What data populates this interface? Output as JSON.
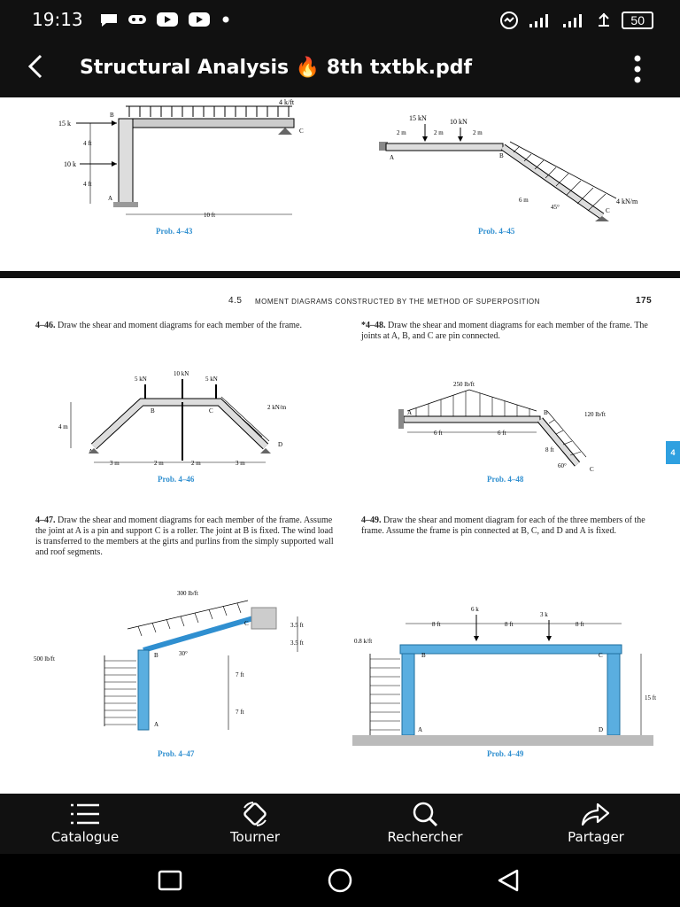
{
  "status": {
    "time": "19:13",
    "battery": "50"
  },
  "appbar": {
    "title": "Structural Analysis 🔥 8th txtbk.pdf"
  },
  "page1": {
    "fig43": {
      "load": "4 k/ft",
      "f1": "15 k",
      "f2": "10 k",
      "d1": "4 ft",
      "d2": "4 ft",
      "span": "10 ft",
      "ptB": "B",
      "ptC": "C",
      "ptA": "A",
      "caption": "Prob. 4–43"
    },
    "fig45": {
      "p1": "15 kN",
      "p2": "10 kN",
      "d1": "2 m",
      "d2": "2 m",
      "d3": "2 m",
      "len": "6 m",
      "ang": "45°",
      "w": "4 kN/m",
      "ptA": "A",
      "ptB": "B",
      "ptC": "C",
      "caption": "Prob. 4–45"
    }
  },
  "page2": {
    "header_section": "4.5",
    "header_title": "Moment Diagrams Constructed by the Method of Superposition",
    "page_number": "175",
    "tab": "4",
    "p46_num": "4–46.",
    "p46_text": "Draw the shear and moment diagrams for each member of the frame.",
    "p48_num": "*4–48.",
    "p48_text": "Draw the shear and moment diagrams for each member of the frame. The joints at A, B, and C are pin connected.",
    "p47_num": "4–47.",
    "p47_text": "Draw the shear and moment diagrams for each member of the frame. Assume the joint at A is a pin and support C is a roller. The joint at B is fixed. The wind load is transferred to the members at the girts and purlins from the simply supported wall and roof segments.",
    "p49_num": "4–49.",
    "p49_text": "Draw the shear and moment diagram for each of the three members of the frame. Assume the frame is pin connected at B, C, and D and A is fixed.",
    "fig46": {
      "p1": "5 kN",
      "p2": "10 kN",
      "p3": "5 kN",
      "w": "2 kN/m",
      "h": "4 m",
      "d1": "3 m",
      "d2": "2 m",
      "d3": "2 m",
      "d4": "3 m",
      "ptA": "A",
      "ptB": "B",
      "ptC": "C",
      "ptD": "D",
      "caption": "Prob. 4–46"
    },
    "fig48": {
      "w1": "250 lb/ft",
      "w2": "120 lb/ft",
      "d1": "6 ft",
      "d2": "6 ft",
      "len": "8 ft",
      "ang": "60°",
      "ptA": "A",
      "ptB": "B",
      "ptC": "C",
      "caption": "Prob. 4–48"
    },
    "fig47": {
      "w1": "300 lb/ft",
      "w2": "500 lb/ft",
      "d1": "3.5 ft",
      "d2": "3.5 ft",
      "d3": "7 ft",
      "d4": "7 ft",
      "ang": "30°",
      "ptA": "A",
      "ptB": "B",
      "ptC": "C",
      "caption": "Prob. 4–47"
    },
    "fig49": {
      "p1": "6 k",
      "p2": "3 k",
      "w": "0.8 k/ft",
      "d1": "8 ft",
      "d2": "8 ft",
      "d3": "8 ft",
      "h": "15 ft",
      "ptA": "A",
      "ptB": "B",
      "ptC": "C",
      "ptD": "D",
      "caption": "Prob. 4–49"
    }
  },
  "nav": {
    "catalogue": "Catalogue",
    "tourner": "Tourner",
    "rechercher": "Rechercher",
    "partager": "Partager"
  }
}
